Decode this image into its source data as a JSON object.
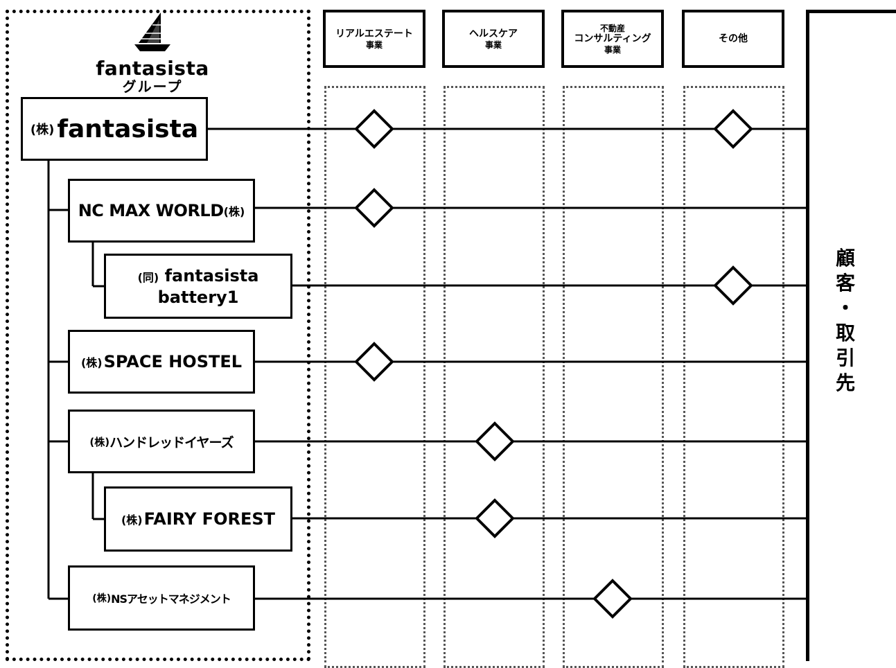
{
  "group": {
    "logo_name": "fantasista",
    "logo_sub": "グループ",
    "logo_icon": "sailboat-icon"
  },
  "companies": [
    {
      "id": "fantasista",
      "prefix": "(株)",
      "name": "fantasista",
      "business": "real_estate,other"
    },
    {
      "id": "ncmax",
      "prefix": "",
      "name": "NC MAX WORLD",
      "suffix": "(株)"
    },
    {
      "id": "battery",
      "prefix": "(同)",
      "name": "fantasista",
      "name2": "battery1"
    },
    {
      "id": "space",
      "prefix": "(株)",
      "name": "SPACE HOSTEL"
    },
    {
      "id": "hundred",
      "prefix": "(株)",
      "name": "ハンドレッドイヤーズ"
    },
    {
      "id": "fairy",
      "prefix": "(株)",
      "name": "FAIRY FOREST"
    },
    {
      "id": "ns",
      "prefix": "(株)",
      "name": "NSアセットマネジメント"
    }
  ],
  "businesses": [
    {
      "line1": "リアルエステート",
      "line2": "事業"
    },
    {
      "line1": "ヘルスケア",
      "line2": "事業"
    },
    {
      "line0": "不動産",
      "line1": "コンサルティング",
      "line2": "事業"
    },
    {
      "line1": "その他"
    }
  ],
  "customer": {
    "label": "顧客・取引先",
    "chars": [
      "顧",
      "客",
      "・",
      "取",
      "引",
      "先"
    ]
  }
}
